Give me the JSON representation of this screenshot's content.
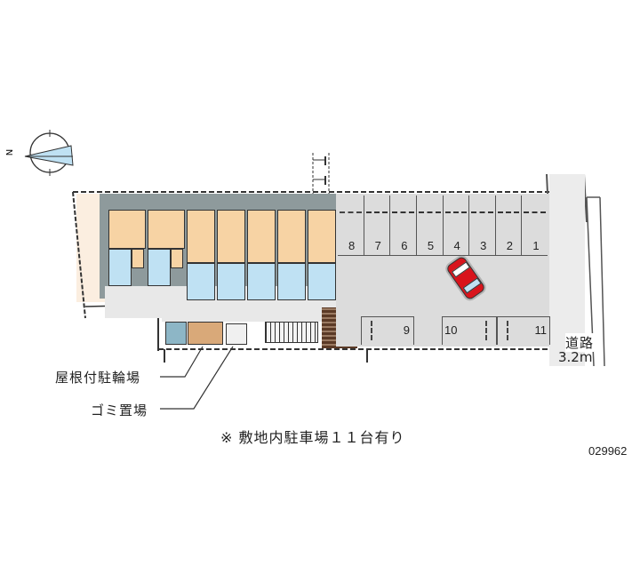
{
  "map": {
    "compass": {
      "label": "N",
      "icon": "north-arrow-compass-icon"
    },
    "parking": {
      "spaces_top": [
        "8",
        "7",
        "6",
        "5",
        "4",
        "3",
        "2",
        "1"
      ],
      "spaces_bottom": [
        "9",
        "10",
        "11"
      ]
    },
    "road": {
      "label": "道路",
      "width": "3.2m"
    },
    "callouts": {
      "bicycle": "屋根付駐輪場",
      "garbage": "ゴミ置場"
    },
    "note": "※ 敷地内駐車場１１台有り",
    "property_id": "029962",
    "colors": {
      "unit_floor": "#f7d3a4",
      "wet_area": "#bfe1f3",
      "parking_lot": "#dcdcdc",
      "building_outline": "#8e9a9c",
      "site_ground": "#fbeee0",
      "car": "#d8141c",
      "brick": "#5b3a26"
    }
  }
}
